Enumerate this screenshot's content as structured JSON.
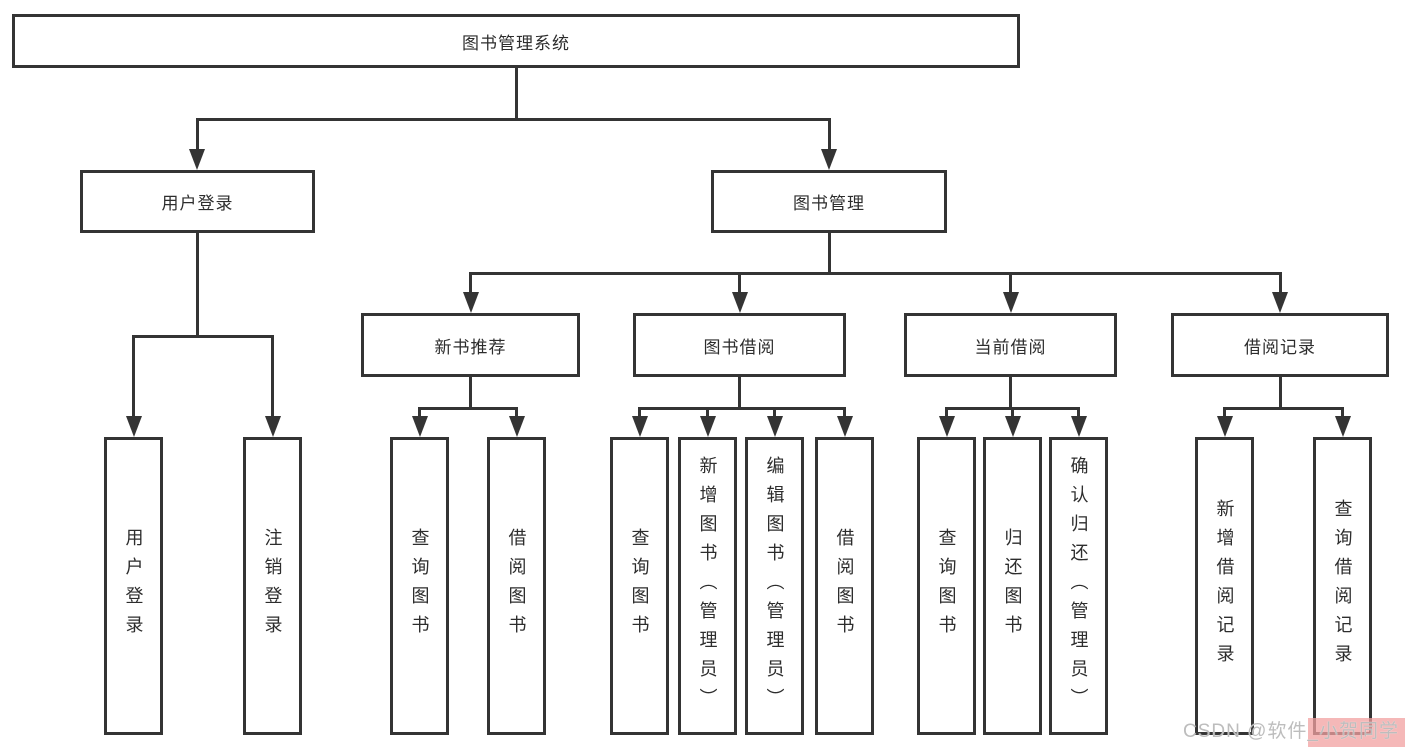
{
  "diagram": {
    "title": "图书管理系统",
    "tree": {
      "label": "图书管理系统",
      "children": [
        {
          "label": "用户登录",
          "children": [
            {
              "label": "用户登录"
            },
            {
              "label": "注销登录"
            }
          ]
        },
        {
          "label": "图书管理",
          "children": [
            {
              "label": "新书推荐",
              "children": [
                {
                  "label": "查询图书"
                },
                {
                  "label": "借阅图书"
                }
              ]
            },
            {
              "label": "图书借阅",
              "children": [
                {
                  "label": "查询图书"
                },
                {
                  "label": "新增图书（管理员）"
                },
                {
                  "label": "编辑图书（管理员）"
                },
                {
                  "label": "借阅图书"
                }
              ]
            },
            {
              "label": "当前借阅",
              "children": [
                {
                  "label": "查询图书"
                },
                {
                  "label": "归还图书"
                },
                {
                  "label": "确认归还（管理员）"
                }
              ]
            },
            {
              "label": "借阅记录",
              "children": [
                {
                  "label": "新增借阅记录"
                },
                {
                  "label": "查询借阅记录"
                }
              ]
            }
          ]
        }
      ]
    },
    "watermark": {
      "text": "CSDN @软件_小贺同学"
    },
    "colors": {
      "line": "#343434",
      "box_border": "#343434",
      "text": "#2d2d2d",
      "background": "#ffffff",
      "watermark_text": "#bdbdbd",
      "watermark_accent": "#f2a2a2"
    }
  }
}
